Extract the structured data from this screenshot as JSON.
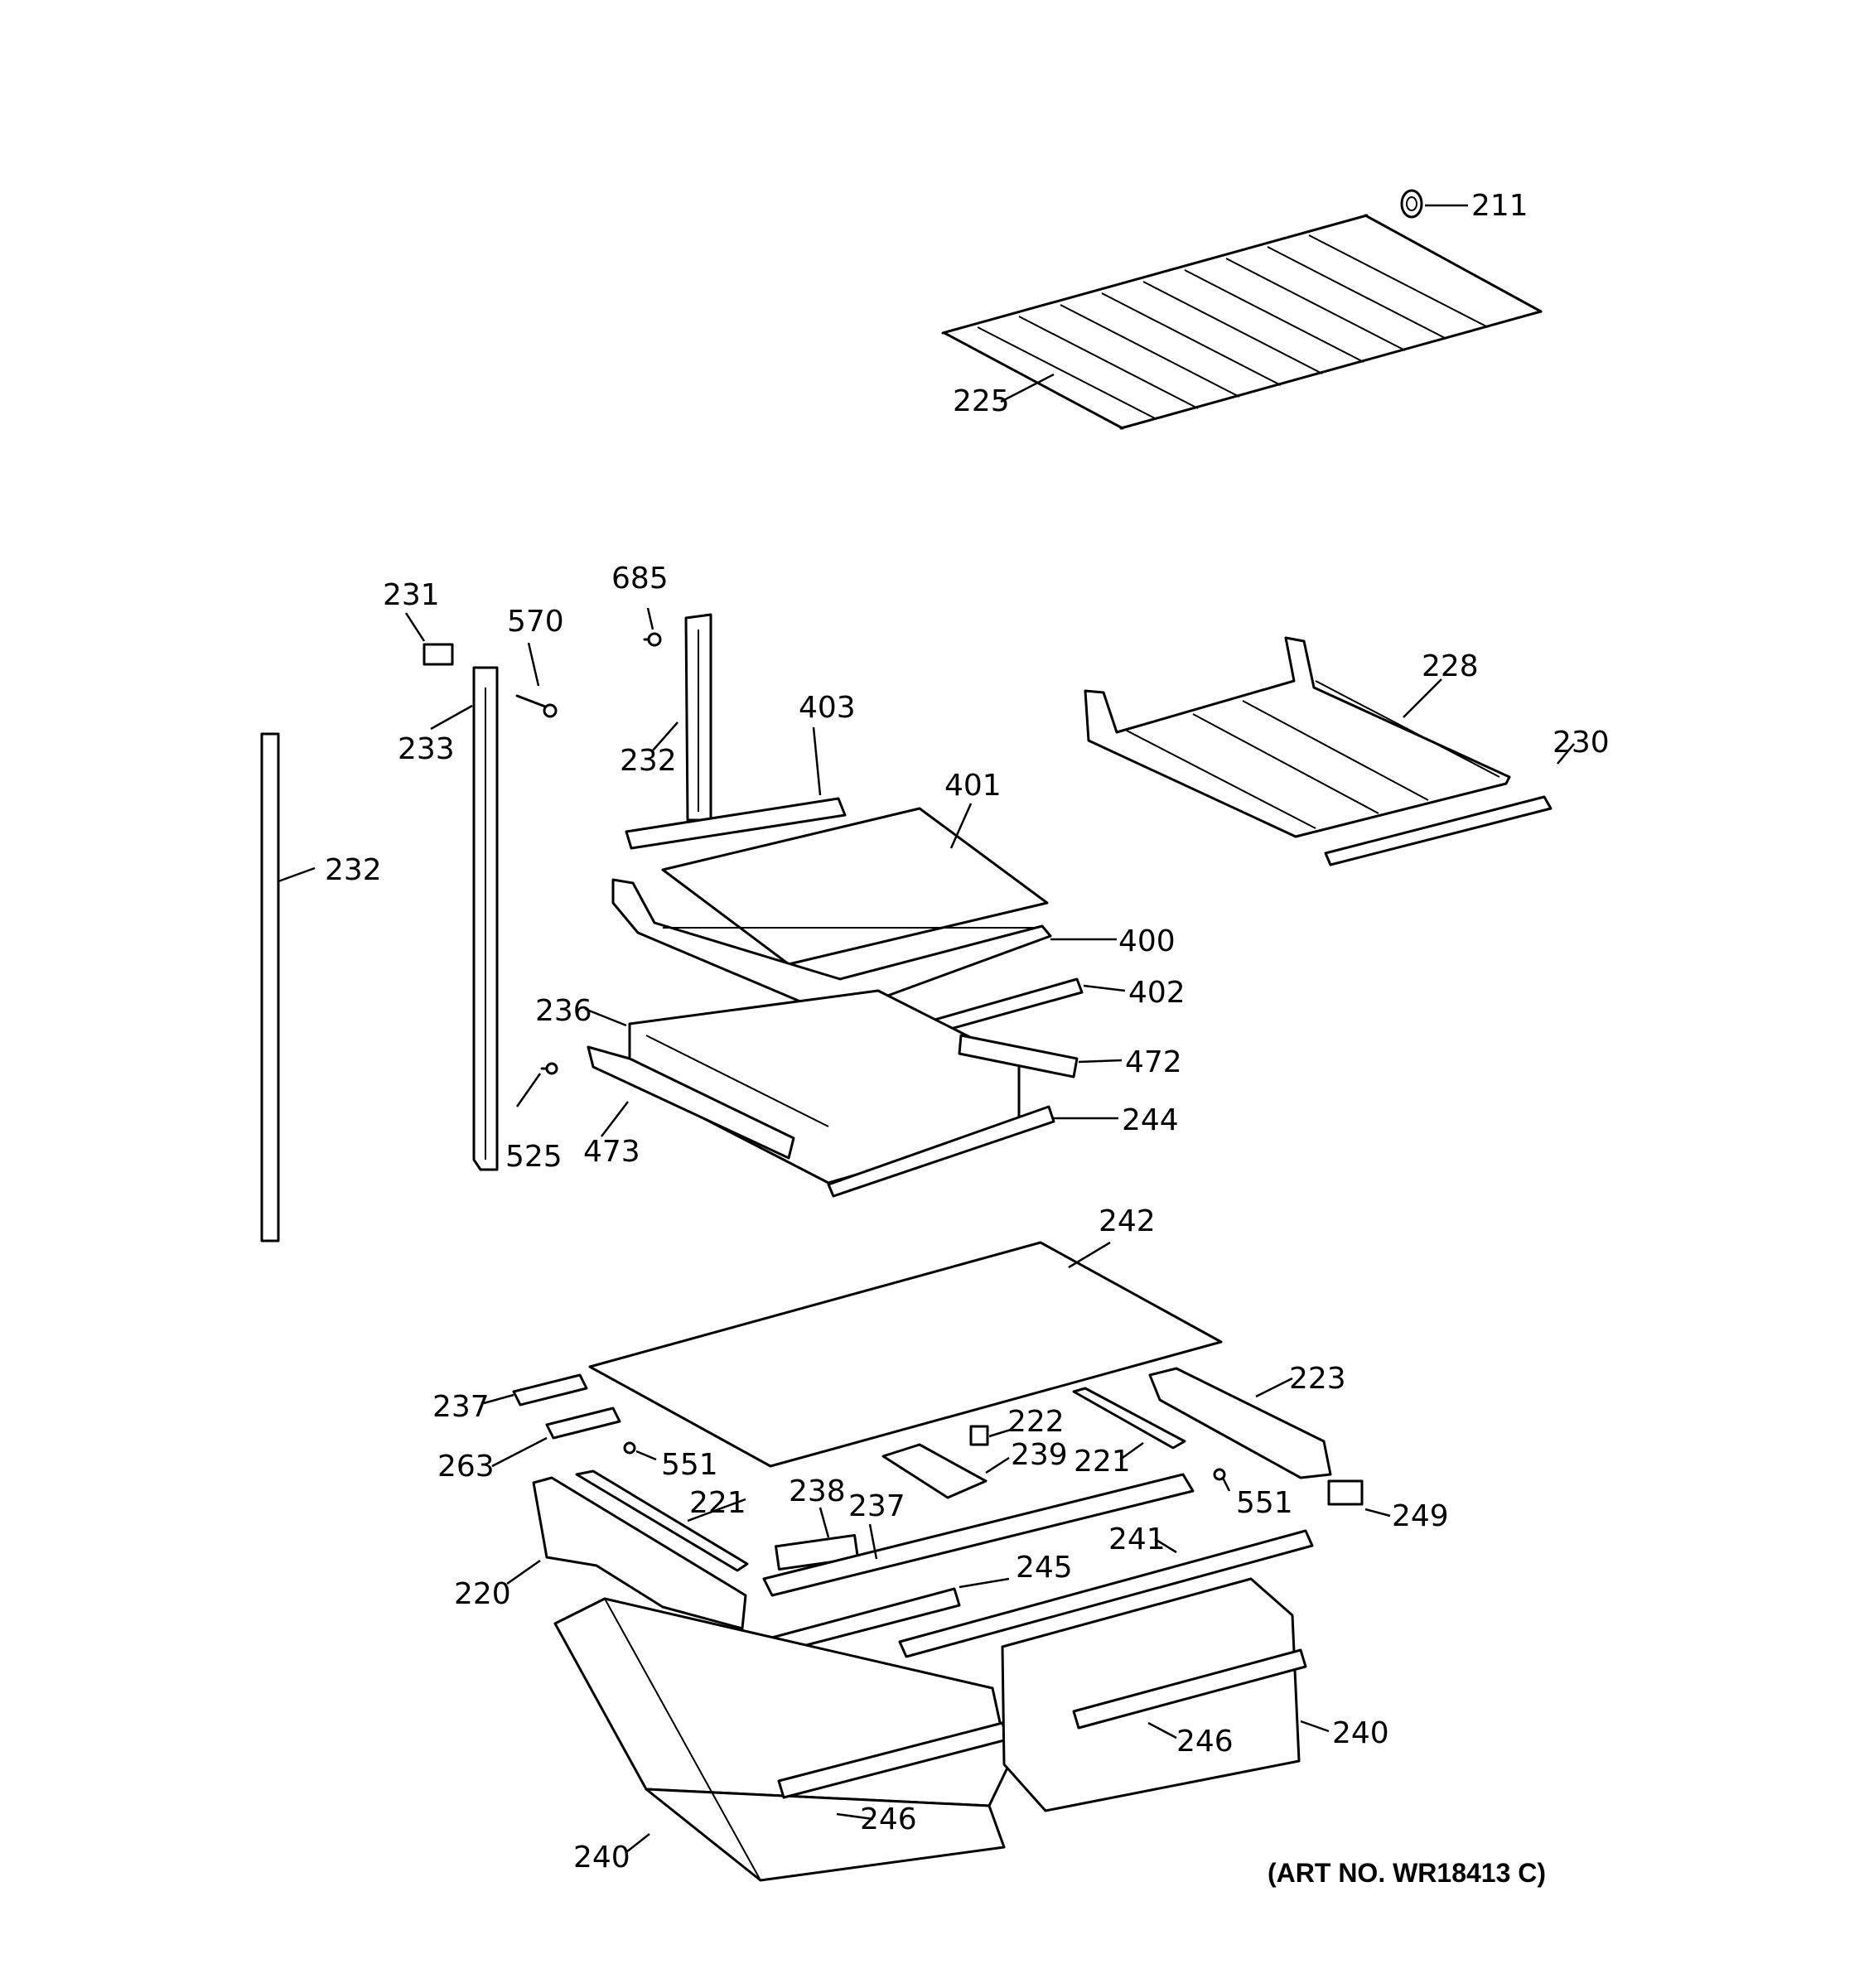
{
  "diagram": {
    "art_number": "(ART NO. WR18413 C)",
    "labels": {
      "l211": "211",
      "l225": "225",
      "l231": "231",
      "l570": "570",
      "l685": "685",
      "l233": "233",
      "l232a": "232",
      "l232b": "232",
      "l403": "403",
      "l228": "228",
      "l230": "230",
      "l401": "401",
      "l400": "400",
      "l402": "402",
      "l236": "236",
      "l472": "472",
      "l244": "244",
      "l525": "525",
      "l473": "473",
      "l242": "242",
      "l223": "223",
      "l237a": "237",
      "l222": "222",
      "l263": "263",
      "l551a": "551",
      "l239": "239",
      "l221a": "221",
      "l221b": "221",
      "l551b": "551",
      "l249": "249",
      "l238": "238",
      "l237b": "237",
      "l241": "241",
      "l245": "245",
      "l220": "220",
      "l246a": "246",
      "l240a": "240",
      "l246b": "246",
      "l240b": "240"
    }
  }
}
